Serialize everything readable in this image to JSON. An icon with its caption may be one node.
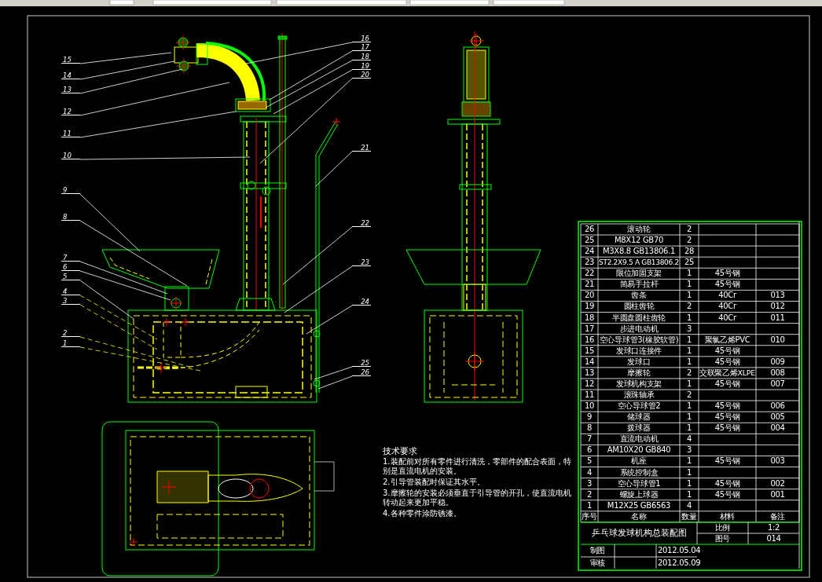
{
  "diagram": {
    "title": "乒乓球发球机构总装配图",
    "nodes": [
      {
        "text": [
          "15"
        ]
      },
      {
        "text": [
          "14"
        ]
      },
      {
        "text": [
          "13"
        ]
      },
      {
        "text": [
          "12"
        ]
      },
      {
        "text": [
          "11"
        ]
      },
      {
        "text": [
          "10"
        ]
      },
      {
        "text": [
          "9"
        ]
      },
      {
        "text": [
          "8"
        ]
      },
      {
        "text": [
          "7"
        ]
      },
      {
        "text": [
          "6"
        ]
      },
      {
        "text": [
          "5"
        ]
      },
      {
        "text": [
          "4"
        ]
      },
      {
        "text": [
          "3"
        ]
      },
      {
        "text": [
          "2"
        ]
      },
      {
        "text": [
          "1"
        ]
      },
      {
        "text": [
          "16"
        ]
      },
      {
        "text": [
          "17"
        ]
      },
      {
        "text": [
          "18"
        ]
      },
      {
        "text": [
          "19"
        ]
      },
      {
        "text": [
          "20"
        ]
      },
      {
        "text": [
          "21"
        ]
      },
      {
        "text": [
          "22"
        ]
      },
      {
        "text": [
          "23"
        ]
      },
      {
        "text": [
          "24"
        ]
      },
      {
        "text": [
          "25"
        ]
      },
      {
        "text": [
          "26"
        ]
      }
    ],
    "edges": [
      {
        "from": 0,
        "to": null,
        "arrow": "none"
      },
      {
        "from": 1,
        "to": null,
        "arrow": "none"
      },
      {
        "from": 2,
        "to": null,
        "arrow": "none"
      },
      {
        "from": 3,
        "to": null,
        "arrow": "none"
      },
      {
        "from": 4,
        "to": null,
        "arrow": "none"
      },
      {
        "from": 5,
        "to": null,
        "arrow": "none"
      },
      {
        "from": 6,
        "to": null,
        "arrow": "none"
      },
      {
        "from": 7,
        "to": null,
        "arrow": "none"
      },
      {
        "from": 8,
        "to": null,
        "arrow": "none"
      },
      {
        "from": 9,
        "to": null,
        "arrow": "none"
      },
      {
        "from": 10,
        "to": null,
        "arrow": "none"
      },
      {
        "from": 11,
        "to": null,
        "arrow": "none",
        "style": "dashed",
        "color": "#ffff00"
      },
      {
        "from": 12,
        "to": null,
        "arrow": "none",
        "style": "dashed",
        "color": "#ffff00"
      },
      {
        "from": 13,
        "to": null,
        "arrow": "none",
        "style": "dashed",
        "color": "#ffff00"
      },
      {
        "from": 14,
        "to": null,
        "arrow": "none",
        "style": "dashed",
        "color": "#ffff00"
      },
      {
        "from": 15,
        "to": null,
        "arrow": "none"
      },
      {
        "from": 16,
        "to": null,
        "arrow": "none"
      },
      {
        "from": 17,
        "to": null,
        "arrow": "none"
      },
      {
        "from": 18,
        "to": null,
        "arrow": "none"
      },
      {
        "from": 19,
        "to": null,
        "arrow": "none"
      },
      {
        "from": 20,
        "to": null,
        "arrow": "none"
      },
      {
        "from": 21,
        "to": null,
        "arrow": "none"
      },
      {
        "from": 22,
        "to": null,
        "arrow": "none"
      },
      {
        "from": 23,
        "to": null,
        "arrow": "none"
      },
      {
        "from": 24,
        "to": null,
        "arrow": "none"
      },
      {
        "from": 25,
        "to": null,
        "arrow": "none"
      }
    ],
    "labels": [
      "26",
      "滚动轮",
      "2",
      "25",
      "M8X12 GB70",
      "2",
      "24",
      "M3X8.8 GB13806.1",
      "28",
      "23",
      "ST2.2X9.5 A GB13806.2",
      "25",
      "22",
      "限位加固支架",
      "1",
      "45号钢",
      "21",
      "简易手拉杆",
      "1",
      "45号钢",
      "20",
      "齿条",
      "1",
      "40Cr",
      "013",
      "19",
      "圆柱齿轮",
      "2",
      "40Cr",
      "012",
      "18",
      "半圆盘圆柱齿轮",
      "1",
      "40Cr",
      "011",
      "17",
      "步进电动机",
      "3",
      "16",
      "空心导球管3(橡胶软管)",
      "1",
      "聚氯乙烯PVC",
      "010",
      "15",
      "发球口连接件",
      "1",
      "45号钢",
      "14",
      "发球口",
      "1",
      "45号钢",
      "009",
      "13",
      "摩擦轮",
      "2",
      "交联聚乙烯XLPE",
      "008",
      "12",
      "发球机构支架",
      "1",
      "45号钢",
      "007",
      "11",
      "滚珠轴承",
      "2",
      "10",
      "空心导球管2",
      "1",
      "45号钢",
      "006",
      "9",
      "储球器",
      "1",
      "45号钢",
      "005",
      "8",
      "拨球器",
      "1",
      "45号钢",
      "004",
      "7",
      "直流电动机",
      "4",
      "6",
      "AM10X20 GB840",
      "3",
      "5",
      "机座",
      "1",
      "45号钢",
      "003",
      "4",
      "系统控制盒",
      "1",
      "3",
      "空心导球管1",
      "1",
      "45号钢",
      "002",
      "2",
      "螺旋上球器",
      "1",
      "45号钢",
      "001",
      "1",
      "M12X25 GB6563",
      "4",
      "序号",
      "名称",
      "数量",
      "材料",
      "备注",
      "比例",
      "1:2",
      "图号",
      "014",
      "制图",
      "2012.05.04",
      "审核",
      "2012.05.09",
      "技术要求",
      "1.装配前对所有零件进行清洗，零部件的配合表面，特别是直流电机的安装。",
      "2.引导管装配时保证其水平。",
      "3.摩擦轮的安装必须垂直于引导管的开孔，使直流电机转动起来更加平稳。",
      "4.各种零件涂防锈漆。"
    ]
  }
}
